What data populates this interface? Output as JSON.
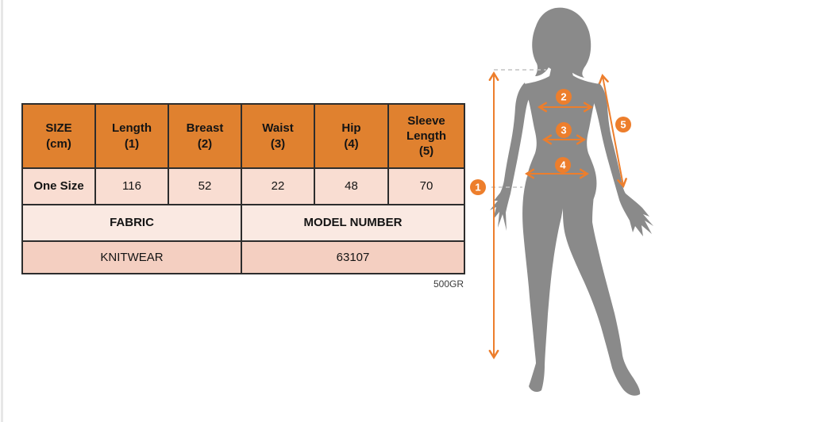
{
  "colors": {
    "table_header_orange": "#e0812f",
    "row_pink": "#f9ddd2",
    "row_pink_light": "#fae9e2",
    "row_pink_dark": "#f4cfc1",
    "accent_orange": "#ed7e2c",
    "silhouette_gray": "#8a8a8a",
    "table_border": "#2d2d2d"
  },
  "size_chart": {
    "headers": [
      "SIZE\n(cm)",
      "Length\n(1)",
      "Breast\n(2)",
      "Waist\n(3)",
      "Hip\n(4)",
      "Sleeve\nLength\n(5)"
    ],
    "row_label": "One Size",
    "values": [
      "116",
      "52",
      "22",
      "48",
      "70"
    ],
    "fabric_label": "FABRIC",
    "model_number_label": "MODEL NUMBER",
    "fabric_value": "KNITWEAR",
    "model_number_value": "63107",
    "weight_note": "500GR"
  },
  "diagram": {
    "markers": [
      "1",
      "2",
      "3",
      "4",
      "5"
    ]
  }
}
